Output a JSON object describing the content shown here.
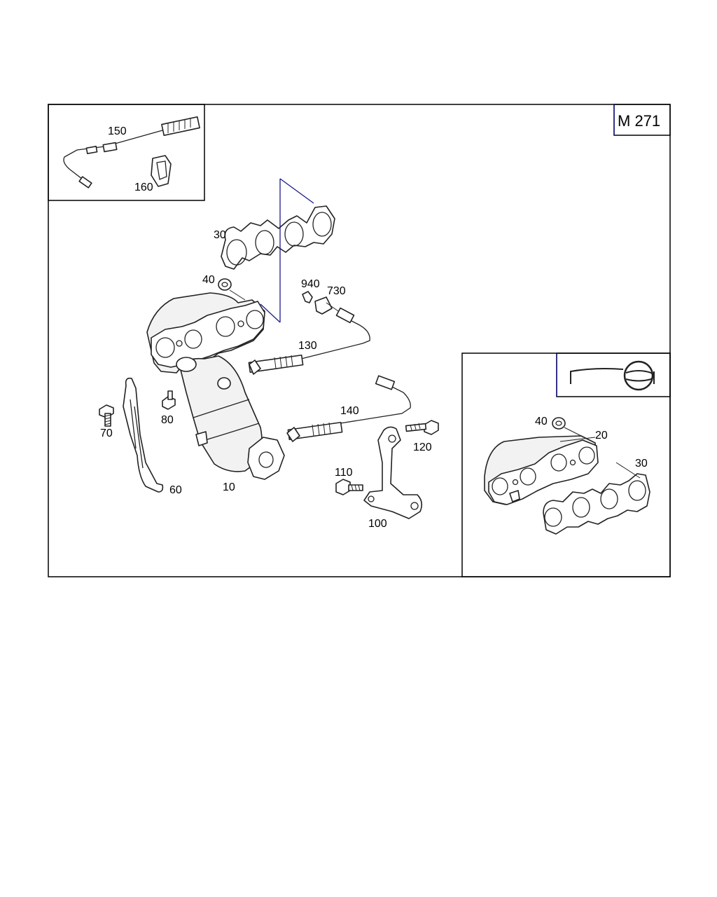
{
  "model": "M 271",
  "callouts": {
    "c10": "10",
    "c20": "20",
    "c30_main": "30",
    "c30_inset": "30",
    "c40_main": "40",
    "c40_inset": "40",
    "c60": "60",
    "c70": "70",
    "c80": "80",
    "c100": "100",
    "c110": "110",
    "c120": "120",
    "c130": "130",
    "c140": "140",
    "c150": "150",
    "c160": "160",
    "c730": "730",
    "c940": "940"
  },
  "colors": {
    "frame": "#000000",
    "accent": "#1a1a8c",
    "line": "#222222"
  },
  "icons": [
    "engine-variant-icon"
  ]
}
